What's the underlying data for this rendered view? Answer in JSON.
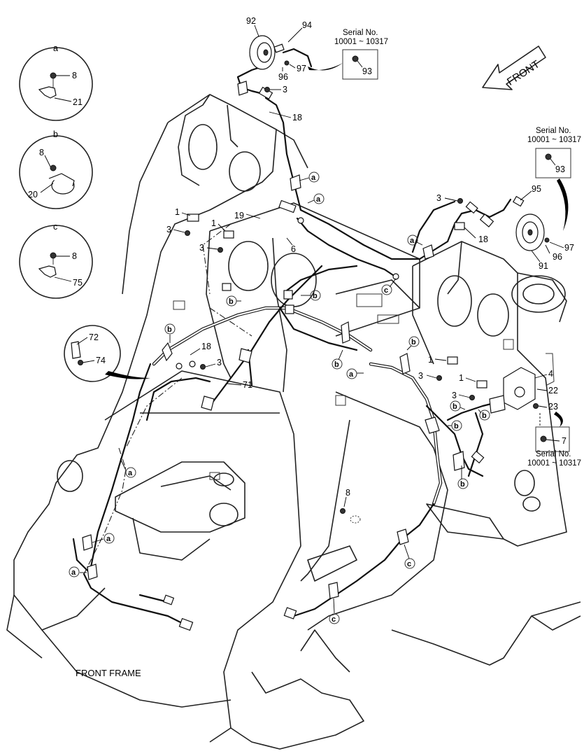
{
  "caption": "FRONT FRAME",
  "direction_label": "FRONT",
  "serial_boxes": [
    {
      "line1": "Serial No.",
      "line2": "10001 ~ 10317",
      "part": "93"
    },
    {
      "line1": "Serial No.",
      "line2": "10001 ~ 10317",
      "part": "93"
    },
    {
      "line1": "Serial No.",
      "line2": "10001 ~ 10317",
      "part": "7"
    }
  ],
  "details": [
    {
      "letter": "a",
      "parts": [
        "8",
        "21"
      ]
    },
    {
      "letter": "b",
      "parts": [
        "8",
        "20"
      ]
    },
    {
      "letter": "c",
      "parts": [
        "8",
        "75"
      ]
    }
  ],
  "callouts": {
    "top_horn": [
      "92",
      "94",
      "97",
      "96",
      "3",
      "18"
    ],
    "right_horn": [
      "3",
      "95",
      "18",
      "97",
      "96",
      "91"
    ],
    "left_bracket": [
      "1",
      "3",
      "1",
      "3",
      "19",
      "6"
    ],
    "lower_left": [
      "72",
      "74",
      "18",
      "3",
      "71"
    ],
    "lower_right": [
      "1",
      "3",
      "1",
      "3",
      "4",
      "22",
      "23"
    ],
    "center": [
      "8"
    ]
  },
  "bubbles": {
    "a": "a",
    "b": "b",
    "c": "c"
  },
  "colors": {
    "ink": "#111111",
    "paper": "#ffffff"
  }
}
